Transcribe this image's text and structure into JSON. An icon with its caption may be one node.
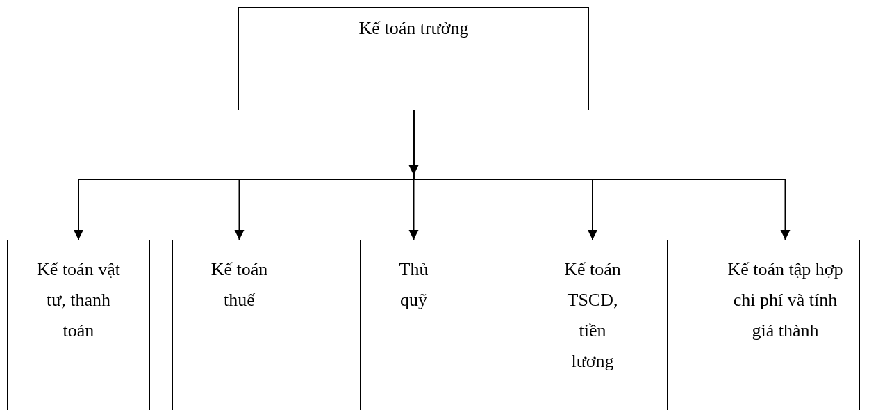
{
  "diagram": {
    "nodes": [
      {
        "text": [
          "Kế toán trưởng"
        ]
      },
      {
        "text": [
          "Kế toán vật tư, thanh toán"
        ]
      },
      {
        "text": [
          "Kế toán thuế"
        ]
      },
      {
        "text": [
          "Thủ quỹ"
        ]
      },
      {
        "text": [
          "Kế toán TSCĐ, tiền lương"
        ]
      },
      {
        "text": [
          "Kế toán tập hợp chi phí và tính giá thành"
        ]
      }
    ],
    "edges": [
      {
        "from": 0,
        "to": 1,
        "arrow": "to"
      },
      {
        "from": 0,
        "to": 2,
        "arrow": "to"
      },
      {
        "from": 0,
        "to": 3,
        "arrow": "to"
      },
      {
        "from": 0,
        "to": 4,
        "arrow": "to"
      },
      {
        "from": 0,
        "to": 5,
        "arrow": "to"
      }
    ]
  }
}
